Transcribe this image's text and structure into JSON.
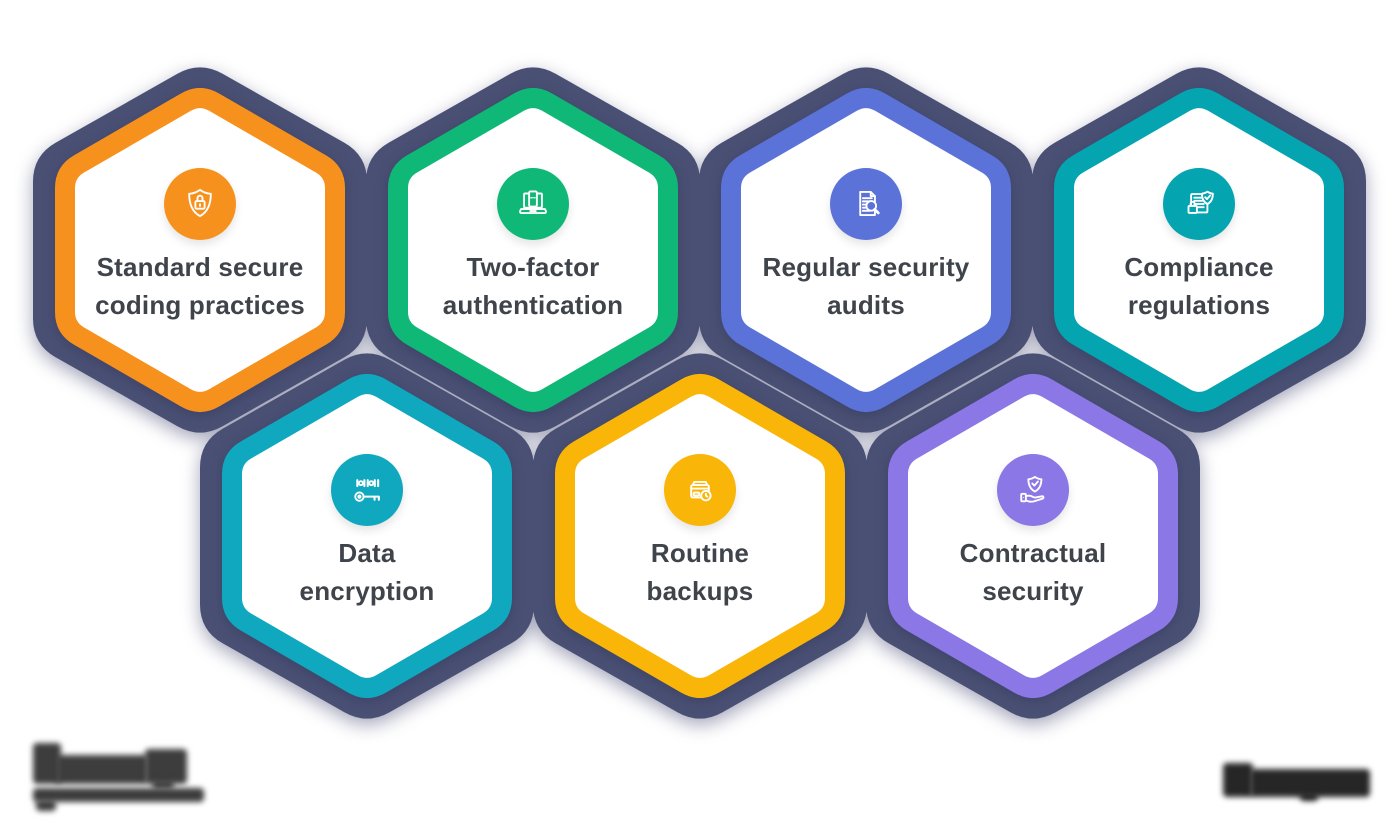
{
  "page": {
    "background": "#FFFFFF"
  },
  "honeycomb": {
    "blob_color": "#4A5074",
    "cell_fill": "#FFFFFF",
    "label_color": "#3F444B"
  },
  "hexagons": [
    {
      "id": "standard-secure-coding-practices",
      "lines": [
        "Standard secure",
        "coding practices"
      ],
      "label": "Standard secure coding practices",
      "color": "#F6911E",
      "icon": "shield-lock-icon"
    },
    {
      "id": "two-factor-authentication",
      "lines": [
        "Two-factor",
        "authentication"
      ],
      "label": "Two-factor authentication",
      "color": "#10B877",
      "icon": "laptop-2fa-icon"
    },
    {
      "id": "regular-security-audits",
      "lines": [
        "Regular security",
        "audits"
      ],
      "label": "Regular security audits",
      "color": "#5B72D9",
      "icon": "audit-document-magnifier-icon"
    },
    {
      "id": "compliance-regulations",
      "lines": [
        "Compliance",
        "regulations"
      ],
      "label": "Compliance regulations",
      "color": "#04A4B0",
      "icon": "compliance-shield-document-icon"
    },
    {
      "id": "data-encryption",
      "lines": [
        "Data",
        "encryption"
      ],
      "label": "Data encryption",
      "color": "#0FA8BE",
      "icon": "encryption-key-binary-icon"
    },
    {
      "id": "routine-backups",
      "lines": [
        "Routine",
        "backups"
      ],
      "label": "Routine backups",
      "color": "#F9B508",
      "icon": "backup-box-clock-icon"
    },
    {
      "id": "contractual-security",
      "lines": [
        "Contractual",
        "security"
      ],
      "label": "Contractual security",
      "color": "#8B77E5",
      "icon": "hand-shield-icon"
    }
  ],
  "footer": {
    "left_logo_blurred": true,
    "left_tagline_blurred": true,
    "right_wordmark_blurred": true
  }
}
